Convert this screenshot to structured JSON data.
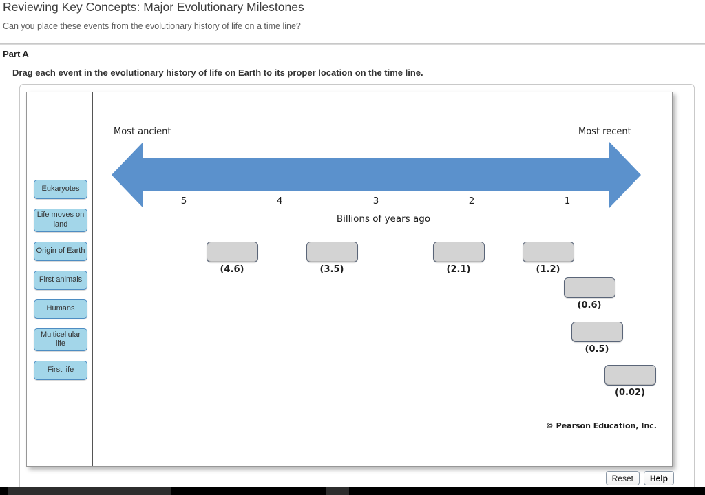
{
  "header": {
    "title": "Reviewing Key Concepts: Major Evolutionary Milestones",
    "subtitle": "Can you place these events from the evolutionary history of life on a time line?",
    "part_label": "Part A",
    "instruction": "Drag each event in the evolutionary history of life on Earth to its proper location on the time line."
  },
  "sidebar": {
    "items": [
      {
        "label": "Eukaryotes"
      },
      {
        "label": "Life moves on land"
      },
      {
        "label": "Origin of Earth"
      },
      {
        "label": "First animals"
      },
      {
        "label": "Humans"
      },
      {
        "label": "Multicellular life"
      },
      {
        "label": "First life"
      }
    ]
  },
  "timeline": {
    "left_label": "Most ancient",
    "right_label": "Most recent",
    "ticks": [
      "5",
      "4",
      "3",
      "2",
      "1"
    ],
    "axis_label": "Billions of years ago",
    "arrow_color": "#5b91cc"
  },
  "drop_targets": [
    {
      "label": "(4.6)"
    },
    {
      "label": "(3.5)"
    },
    {
      "label": "(2.1)"
    },
    {
      "label": "(1.2)"
    },
    {
      "label": "(0.6)"
    },
    {
      "label": "(0.5)"
    },
    {
      "label": "(0.02)"
    }
  ],
  "footer": {
    "copyright": "© Pearson Education, Inc.",
    "reset_label": "Reset",
    "help_label": "Help"
  },
  "colors": {
    "arrow": "#5b91cc",
    "chip_bg": "#a3d6e9",
    "chip_border": "#4e8dc2",
    "slot_bg": "#d3d3d3",
    "slot_border": "#5a6578"
  }
}
